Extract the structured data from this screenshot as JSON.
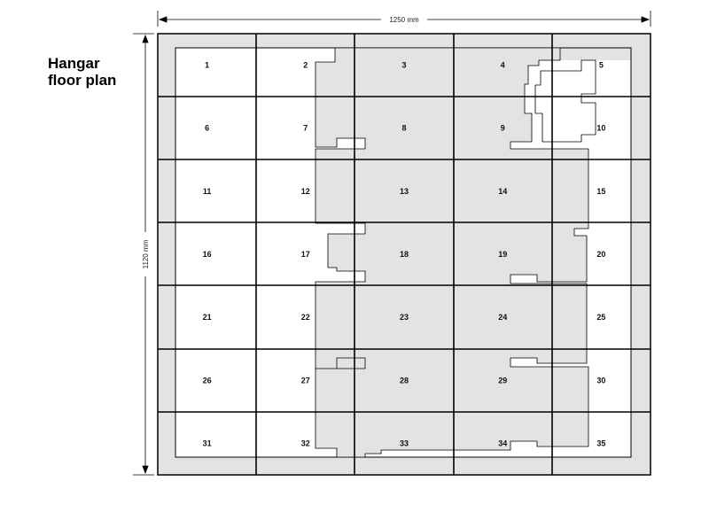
{
  "title": {
    "line1": "Hangar",
    "line2": "floor plan"
  },
  "dimensions": {
    "width": "1250 mm",
    "height": "1120 mm"
  },
  "grid": {
    "columns": 5,
    "rows": 7
  },
  "cells": [
    "1",
    "2",
    "3",
    "4",
    "5",
    "6",
    "7",
    "8",
    "9",
    "10",
    "11",
    "12",
    "13",
    "14",
    "15",
    "16",
    "17",
    "18",
    "19",
    "20",
    "21",
    "22",
    "23",
    "24",
    "25",
    "26",
    "27",
    "28",
    "29",
    "30",
    "31",
    "32",
    "33",
    "34",
    "35"
  ],
  "colors": {
    "fill": "#e3e3e3",
    "line": "#000000"
  }
}
